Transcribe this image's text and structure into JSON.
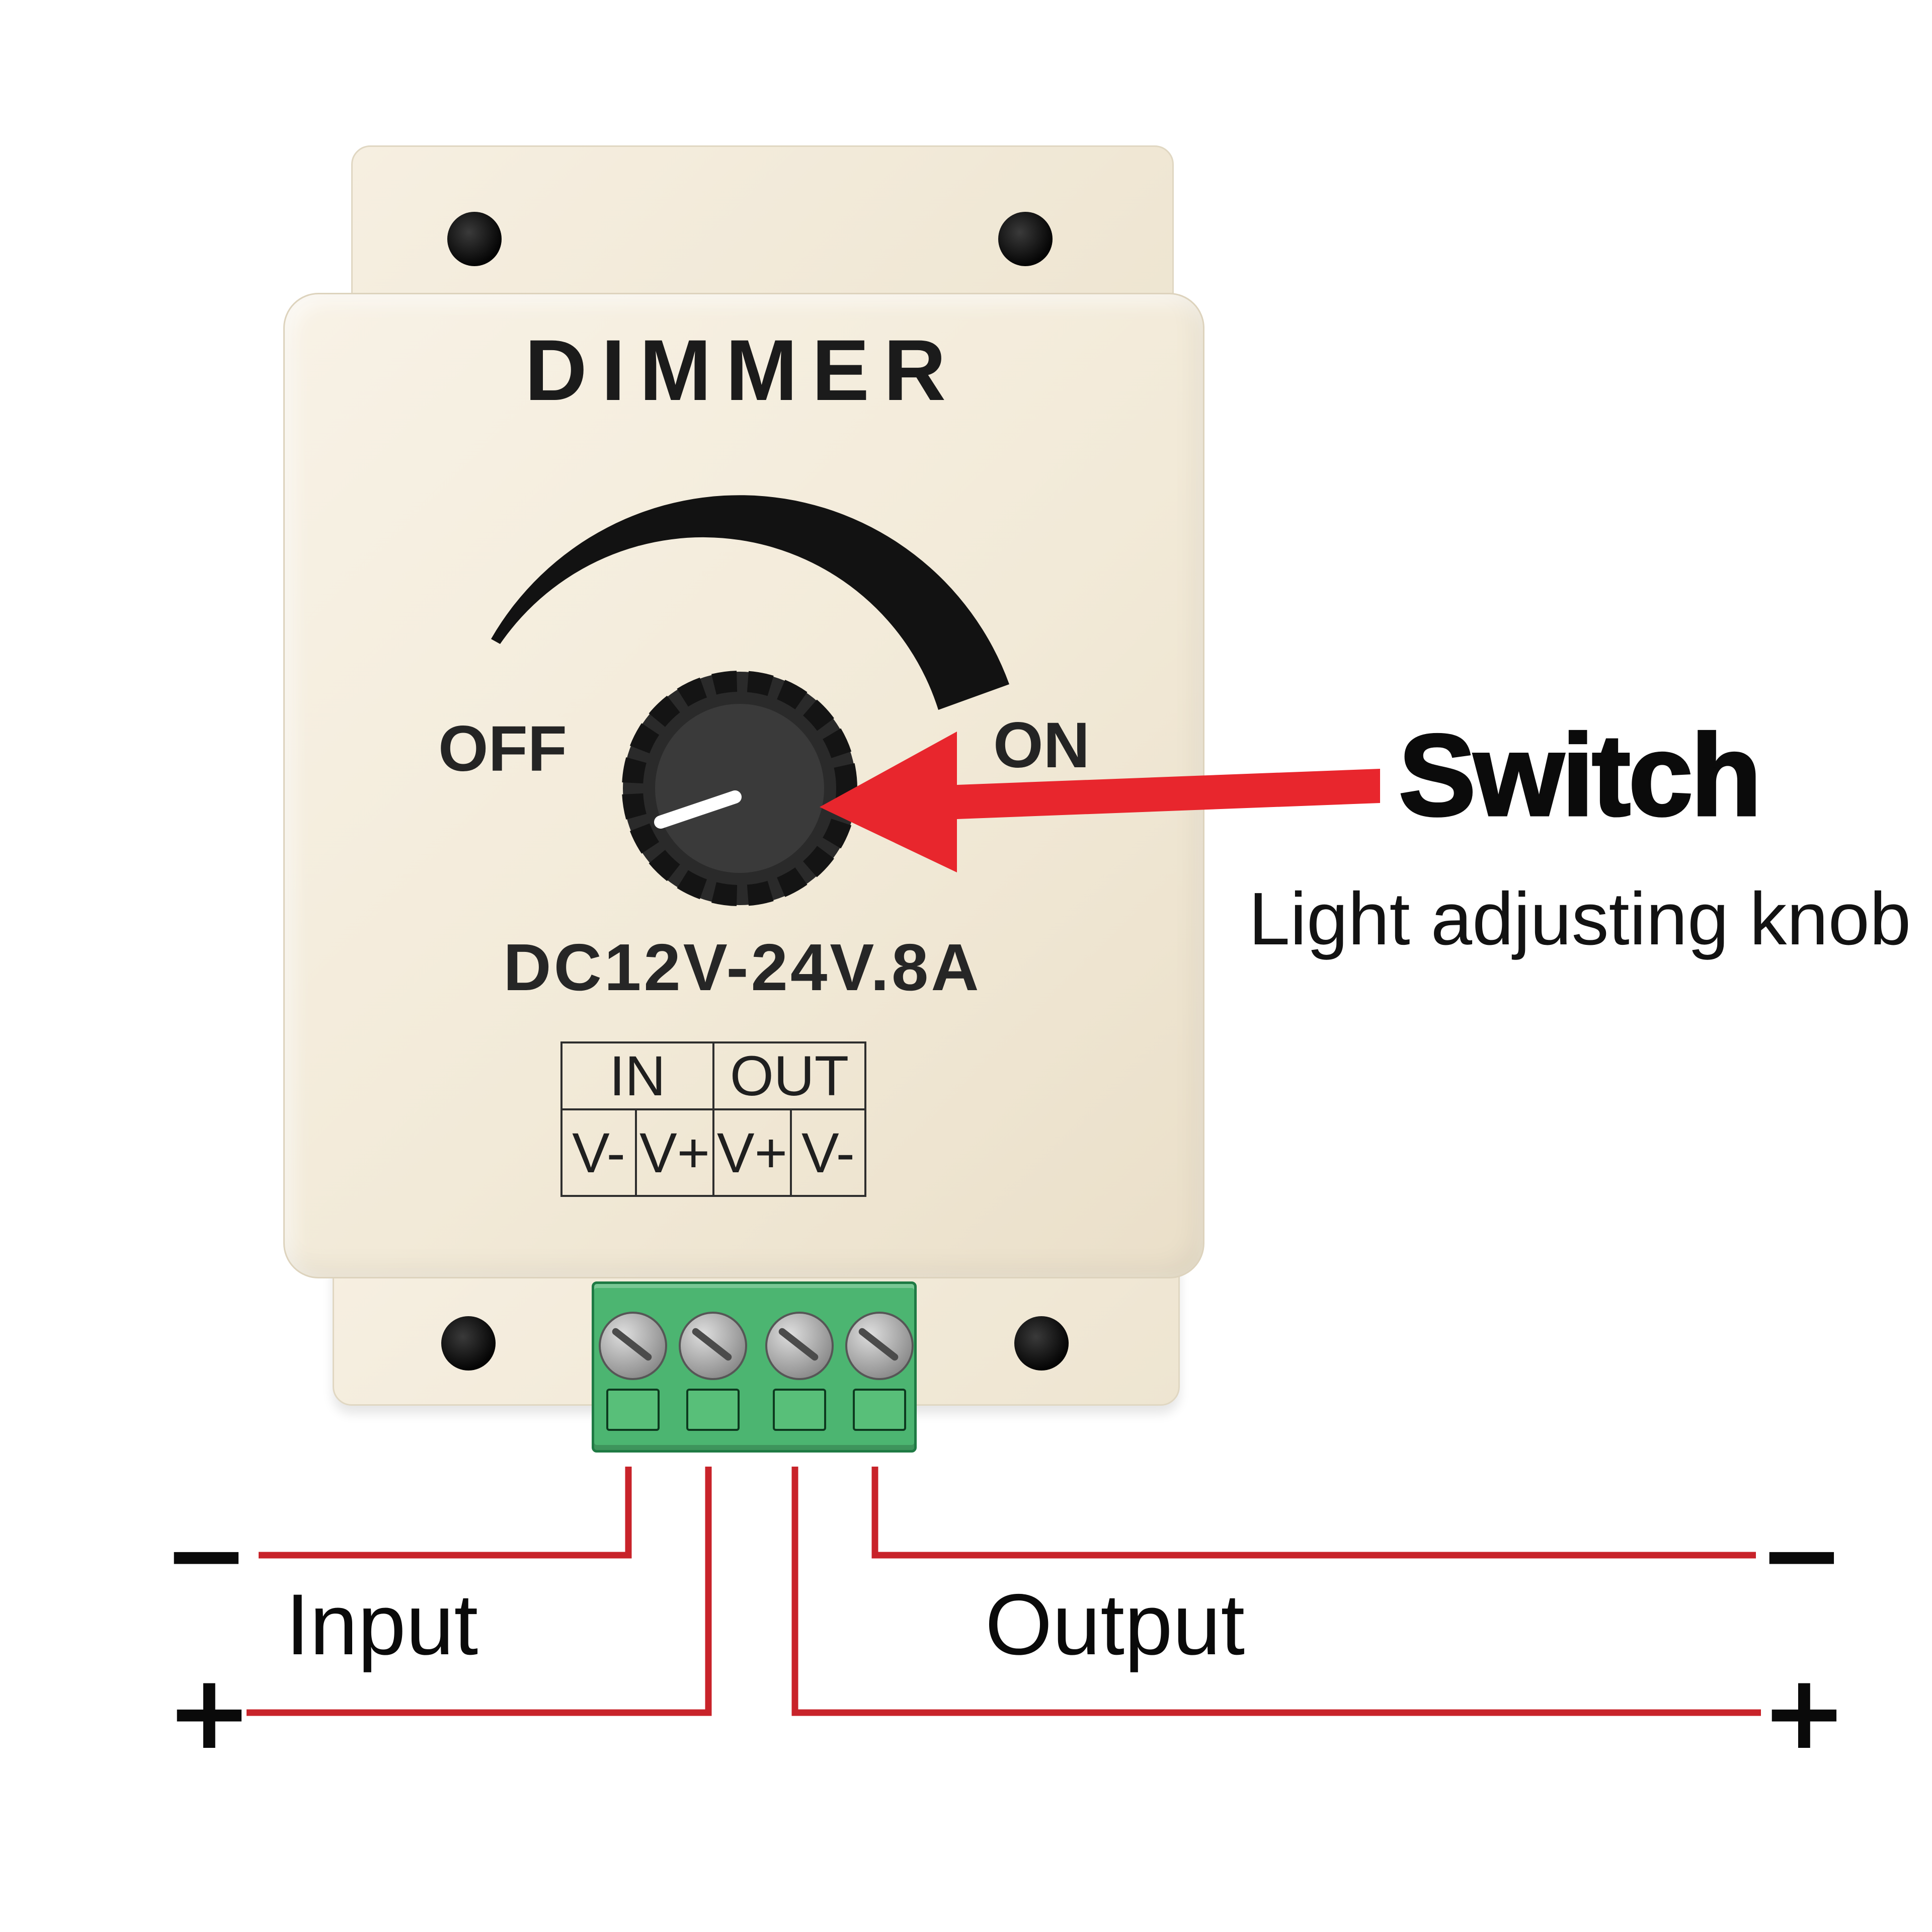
{
  "device": {
    "title": "DIMMER",
    "off_label": "OFF",
    "on_label": "ON",
    "rating": "DC12V-24V.8A",
    "terminals": {
      "headers": [
        "IN",
        "OUT"
      ],
      "pins": [
        "V-",
        "V+",
        "V+",
        "V-"
      ]
    }
  },
  "annotation": {
    "title": "Switch",
    "subtitle": "Light adjusting knob"
  },
  "wiring": {
    "input_label": "Input",
    "output_label": "Output",
    "minus": "−",
    "plus": "+"
  },
  "colors": {
    "body_cream": "#f2ead8",
    "arc_black": "#121212",
    "knob_dark": "#2a2a2a",
    "arrow_red": "#e8262d",
    "wire_red": "#c8232a",
    "terminal_green": "#4cb571",
    "indicator_white": "#ffffff"
  }
}
